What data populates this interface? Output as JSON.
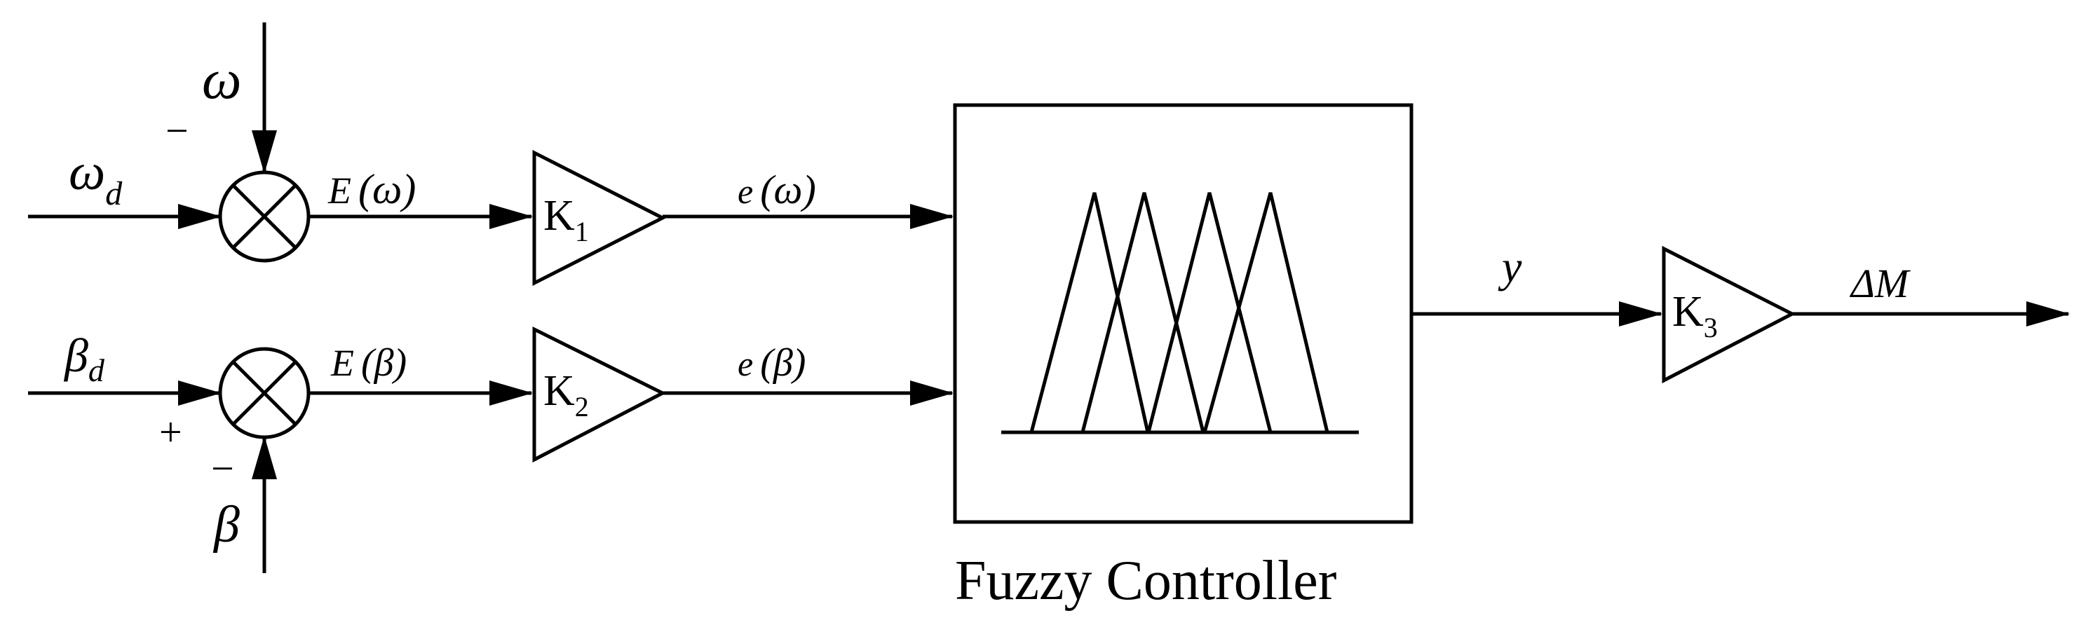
{
  "inputs": {
    "omega_d": {
      "symbol": "ω",
      "sub": "d"
    },
    "beta_d": {
      "symbol": "β",
      "sub": "d"
    },
    "omega_feedback": "ω",
    "beta_feedback": "β"
  },
  "signs": {
    "omega_top": "−",
    "beta_left": "+",
    "beta_bottom": "−"
  },
  "signals": {
    "error_omega": {
      "fn": "E",
      "arg": "(ω)"
    },
    "error_beta": {
      "fn": "E",
      "arg": "(β)"
    },
    "scaled_omega": {
      "fn": "e",
      "arg": "(ω)"
    },
    "scaled_beta": {
      "fn": "e",
      "arg": "(β)"
    },
    "controller_output": "y",
    "final_output": "ΔM"
  },
  "gains": {
    "k1": {
      "base": "K",
      "sub": "1"
    },
    "k2": {
      "base": "K",
      "sub": "2"
    },
    "k3": {
      "base": "K",
      "sub": "3"
    }
  },
  "controller": {
    "caption": "Fuzzy Controller"
  },
  "colors": {
    "stroke": "#000000",
    "background": "#ffffff"
  }
}
